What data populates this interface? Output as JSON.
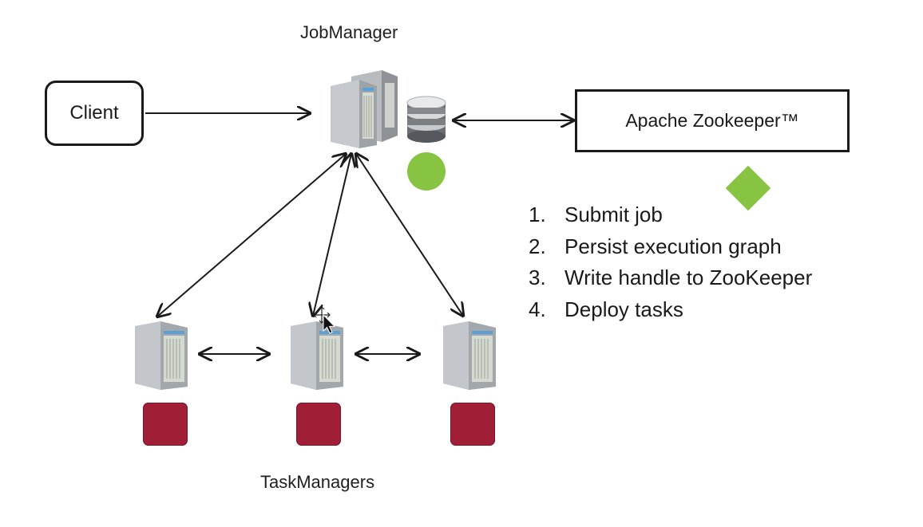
{
  "diagram": {
    "jobmanager_label": "JobManager",
    "client_label": "Client",
    "zookeeper_label": "Apache Zookeeper™",
    "taskmanagers_label": "TaskManagers",
    "steps": [
      {
        "num": "1.",
        "text": "Submit job"
      },
      {
        "num": "2.",
        "text": "Persist execution graph"
      },
      {
        "num": "3.",
        "text": "Write handle to ZooKeeper"
      },
      {
        "num": "4.",
        "text": "Deploy tasks"
      }
    ]
  },
  "colors": {
    "marker_green": "#86c441",
    "marker_red": "#a11e37",
    "line": "#1a1a1a"
  },
  "icons": {
    "server": "server-icon",
    "database": "database-icon",
    "cursor": "move-cursor-icon"
  }
}
